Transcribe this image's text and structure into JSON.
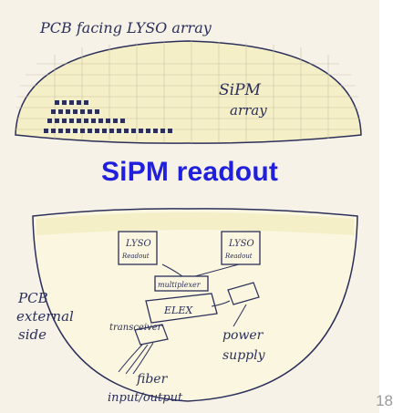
{
  "slide": {
    "heading": "SiPM readout",
    "page_number": "18"
  },
  "sketch": {
    "top_note": "PCB facing LYSO array",
    "array_label_line1": "SiPM",
    "array_label_line2": "array",
    "side_label_line1": "PCB",
    "side_label_line2": "external",
    "side_label_line3": "side",
    "block_left_line1": "LYSO",
    "block_left_line2": "Readout",
    "block_right_line1": "LYSO",
    "block_right_line2": "Readout",
    "multiplexer": "multiplexer",
    "elec": "ELEX",
    "transceiver": "transceiver",
    "power_line1": "power",
    "power_line2": "supply",
    "fiber_line1": "fiber",
    "fiber_line2": "input/output",
    "colors": {
      "ink": "#2b2f5a",
      "paper": "#f6f2e7",
      "wash": "#f4efc6",
      "heading": "#1f1fdc"
    }
  }
}
